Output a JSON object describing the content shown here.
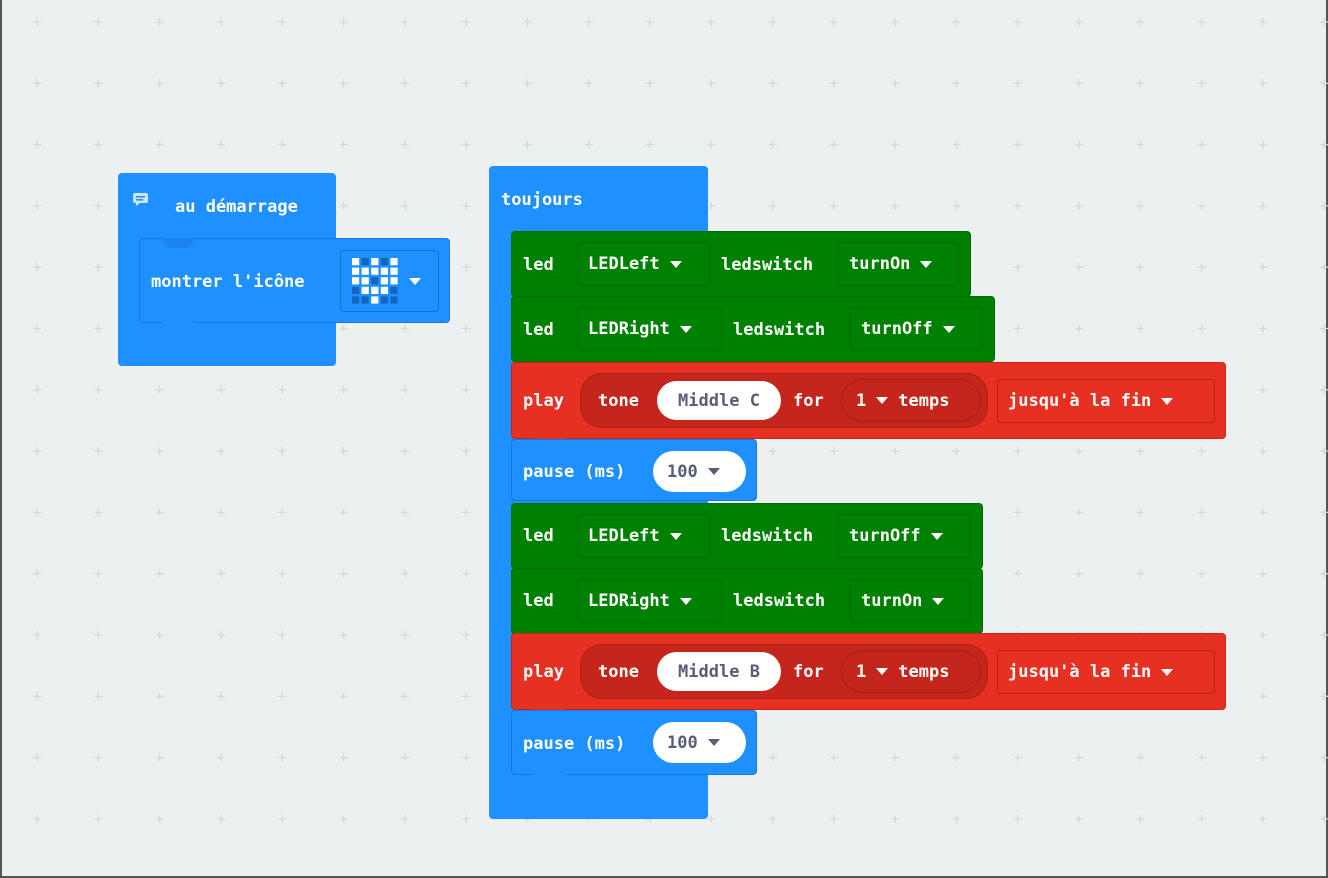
{
  "on_start": {
    "hat_label": "au démarrage",
    "comment_icon": "comment-icon",
    "show_icon_label": "montrer l'icône",
    "icon_value": "small-heart-led-icon"
  },
  "forever": {
    "hat_label": "toujours",
    "blocks": [
      {
        "type": "led",
        "kw": "led",
        "led": "LEDLeft",
        "mid": "ledswitch",
        "state": "turnOn"
      },
      {
        "type": "led",
        "kw": "led",
        "led": "LEDRight",
        "mid": "ledswitch",
        "state": "turnOff"
      },
      {
        "type": "play",
        "kw": "play",
        "tone_kw": "tone",
        "note": "Middle C",
        "for_kw": "for",
        "beats": "1",
        "unit": "temps",
        "mode": "jusqu'à la fin"
      },
      {
        "type": "pause",
        "kw": "pause (ms)",
        "value": "100"
      },
      {
        "type": "led",
        "kw": "led",
        "led": "LEDLeft",
        "mid": "ledswitch",
        "state": "turnOff"
      },
      {
        "type": "led",
        "kw": "led",
        "led": "LEDRight",
        "mid": "ledswitch",
        "state": "turnOn"
      },
      {
        "type": "play",
        "kw": "play",
        "tone_kw": "tone",
        "note": "Middle B",
        "for_kw": "for",
        "beats": "1",
        "unit": "temps",
        "mode": "jusqu'à la fin"
      },
      {
        "type": "pause",
        "kw": "pause (ms)",
        "value": "100"
      }
    ]
  },
  "colors": {
    "workspace_bg": "#ecf0f1",
    "basic_blue": "#1e90ff",
    "led_green": "#008000",
    "music_red": "#e63022",
    "grid_plus": "#d4d9dc"
  }
}
